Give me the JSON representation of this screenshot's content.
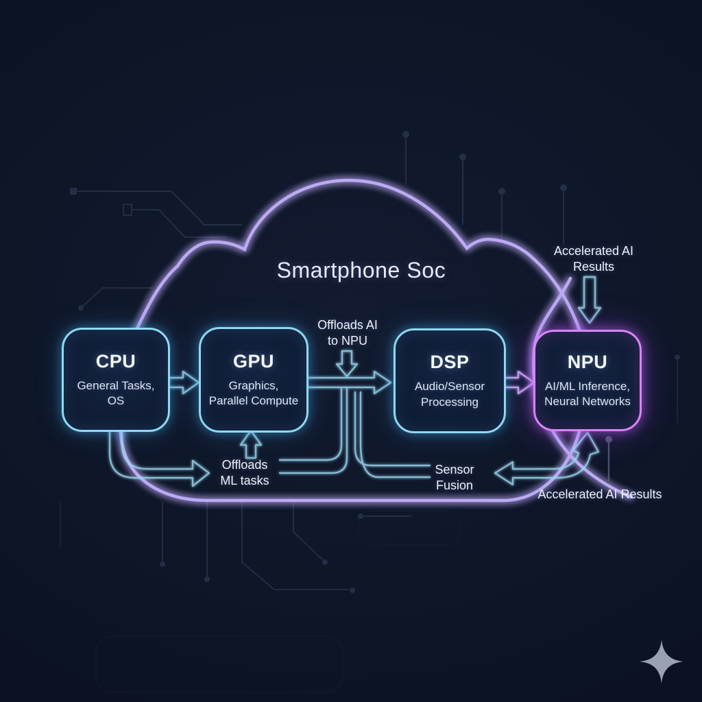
{
  "title": "Smartphone Soc",
  "nodes": [
    {
      "id": "cpu",
      "title": "CPU",
      "subtitle": "General Tasks,\nOS"
    },
    {
      "id": "gpu",
      "title": "GPU",
      "subtitle": "Graphics,\nParallel Compute"
    },
    {
      "id": "dsp",
      "title": "DSP",
      "subtitle": "Audio/Sensor\nProcessing"
    },
    {
      "id": "npu",
      "title": "NPU",
      "subtitle": "AI/ML Inference,\nNeural Networks"
    }
  ],
  "flow_labels": {
    "offloads_ai": "Offloads AI\nto NPU",
    "accelerated_top": "Accelerated AI\nResults",
    "offloads_ml": "Offloads\nML tasks",
    "sensor_fusion": "Sensor\nFusion",
    "accelerated_bottom": "Accelerated AI Results"
  },
  "colors": {
    "background": "#0e1628",
    "cloud_outline": "#bcaaf4",
    "accent_cyan": "#9bd7f0",
    "accent_purple": "#d886f7",
    "text": "#eef2f8",
    "sparkle": "#98a2b1"
  },
  "icons": {
    "sparkle": "four-point-star"
  }
}
